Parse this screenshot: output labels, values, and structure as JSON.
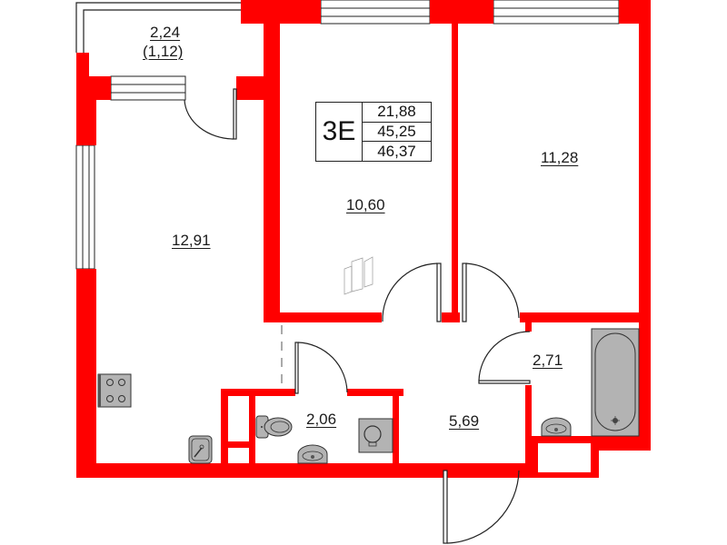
{
  "plan": {
    "apartment_type": "3E",
    "areas": {
      "living": "21,88",
      "total": "45,25",
      "total_with_balcony": "46,37"
    },
    "colors": {
      "wall": "#ff0000",
      "fixture": "#b3b3b3",
      "line": "#222222"
    }
  },
  "rooms": {
    "balcony": {
      "area": "2,24",
      "reduced_area": "(1,12)"
    },
    "kitchen_living": {
      "area": "12,91"
    },
    "bedroom_1": {
      "area": "10,60"
    },
    "bedroom_2": {
      "area": "11,28"
    },
    "hallway": {
      "area": "5,69"
    },
    "toilet": {
      "area": "2,06"
    },
    "bathroom": {
      "area": "2,71"
    }
  },
  "fixtures": {
    "stove": "stove-icon",
    "kitchen_sink": "sink-icon",
    "toilet": "toilet-icon",
    "washbasin_toilet": "washbasin-icon",
    "washing_machine": "washing-machine-icon",
    "bathtub": "bathtub-icon",
    "washbasin_bath": "washbasin-icon",
    "wardrobe": "wardrobe-icon"
  }
}
